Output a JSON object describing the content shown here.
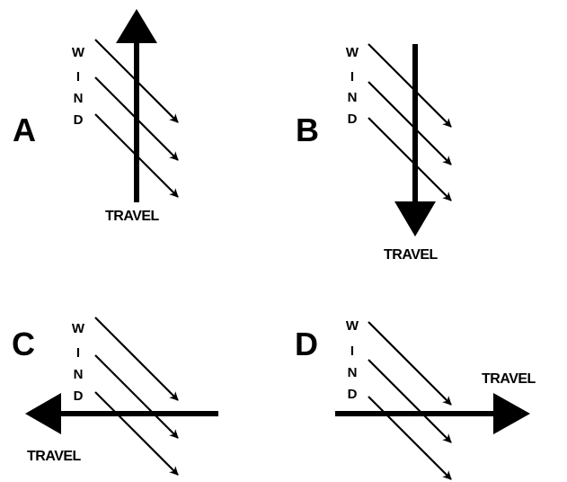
{
  "diagram": {
    "description": "Wind direction vs. direction of travel, four scenarios",
    "colors": {
      "ink": "#000000",
      "background": "#ffffff"
    },
    "wind_label_letters": [
      "W",
      "I",
      "N",
      "D"
    ],
    "travel_label": "TRAVEL",
    "panels": [
      {
        "id": "A",
        "letter": "A",
        "travel_direction": "up",
        "travel_label": "TRAVEL",
        "wind_direction": "down-right"
      },
      {
        "id": "B",
        "letter": "B",
        "travel_direction": "down",
        "travel_label": "TRAVEL",
        "wind_direction": "down-right"
      },
      {
        "id": "C",
        "letter": "C",
        "travel_direction": "left",
        "travel_label": "TRAVEL",
        "wind_direction": "down-right"
      },
      {
        "id": "D",
        "letter": "D",
        "travel_direction": "right",
        "travel_label": "TRAVEL",
        "wind_direction": "down-right"
      }
    ]
  }
}
